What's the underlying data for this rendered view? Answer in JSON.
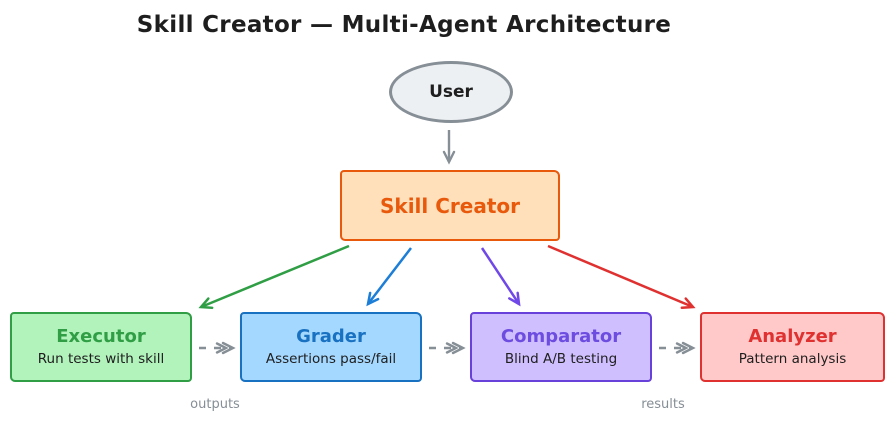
{
  "title": "Skill Creator — Multi-Agent Architecture",
  "colors": {
    "ink": "#1e1e1e",
    "gray": "#868e96",
    "green": "#2f9e44",
    "blue": "#1c7ed6",
    "purple": "#7048e8",
    "red": "#e03131",
    "orange": "#e8590c"
  },
  "user_node": {
    "label": "User",
    "fill": "#edf0f2",
    "border": "#868e96"
  },
  "creator_node": {
    "label": "Skill Creator",
    "fill": "#ffe0bb",
    "border": "#e8590c",
    "text_color": "#e8590c"
  },
  "agents": [
    {
      "title": "Executor",
      "subtitle": "Run tests with skill",
      "fill": "#b2f2bb",
      "border": "#2f9e44",
      "title_color": "#2f9e44"
    },
    {
      "title": "Grader",
      "subtitle": "Assertions pass/fail",
      "fill": "#a5d8ff",
      "border": "#1971c2",
      "title_color": "#1971c2"
    },
    {
      "title": "Comparator",
      "subtitle": "Blind A/B testing",
      "fill": "#d0bfff",
      "border": "#6741d9",
      "title_color": "#6d4de0"
    },
    {
      "title": "Analyzer",
      "subtitle": "Pattern analysis",
      "fill": "#ffc9c9",
      "border": "#e03131",
      "title_color": "#e03131"
    }
  ],
  "edge_labels": {
    "outputs": "outputs",
    "results": "results"
  },
  "edges": [
    {
      "from": "User",
      "to": "Skill Creator",
      "color_key": "gray",
      "style": "solid"
    },
    {
      "from": "Skill Creator",
      "to": "Executor",
      "color_key": "green",
      "style": "solid"
    },
    {
      "from": "Skill Creator",
      "to": "Grader",
      "color_key": "blue",
      "style": "solid"
    },
    {
      "from": "Skill Creator",
      "to": "Comparator",
      "color_key": "purple",
      "style": "solid"
    },
    {
      "from": "Skill Creator",
      "to": "Analyzer",
      "color_key": "red",
      "style": "solid"
    },
    {
      "from": "Executor",
      "to": "Grader",
      "color_key": "gray",
      "style": "dashed",
      "label": "outputs"
    },
    {
      "from": "Grader",
      "to": "Comparator",
      "color_key": "gray",
      "style": "dashed"
    },
    {
      "from": "Comparator",
      "to": "Analyzer",
      "color_key": "gray",
      "style": "dashed",
      "label": "results"
    }
  ]
}
